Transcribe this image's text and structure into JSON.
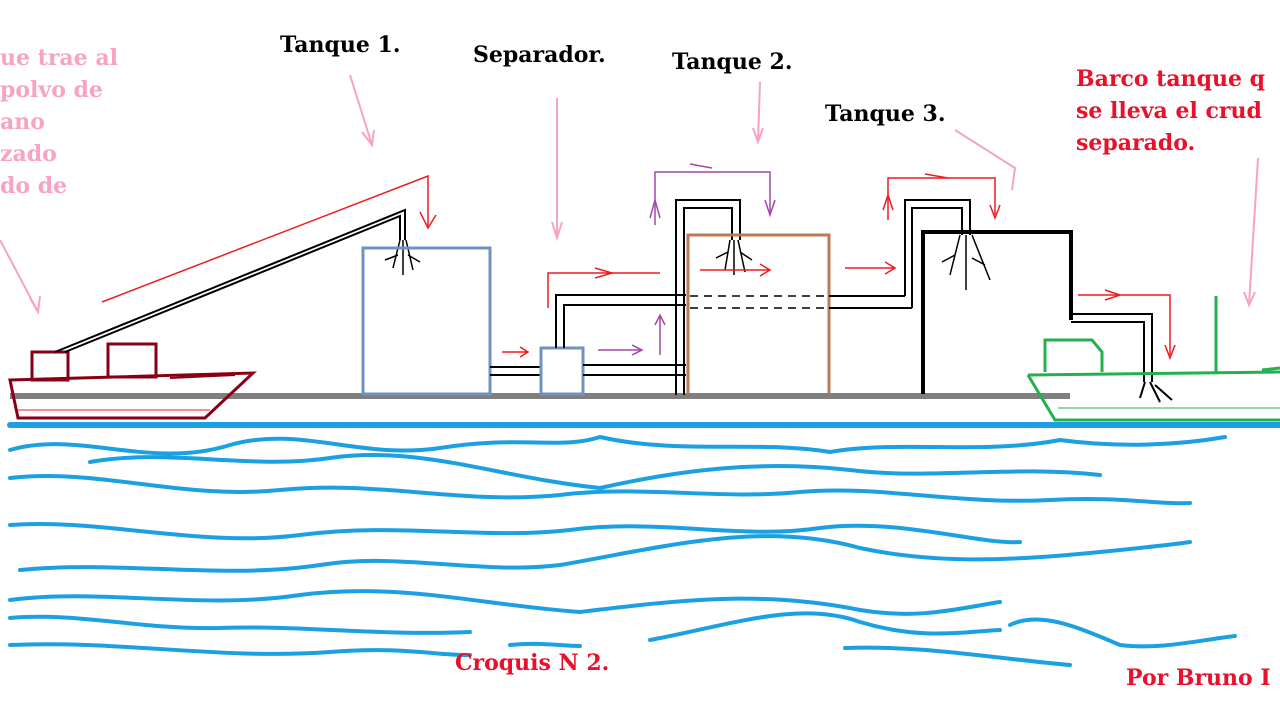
{
  "labels": {
    "tank1": "Tanque 1.",
    "separator": "Separador.",
    "tank2": "Tanque 2.",
    "tank3": "Tanque 3.",
    "tanker_lines": [
      "Barco tanque q",
      "se lleva el crud",
      "separado."
    ],
    "left_note_lines": [
      "ue trae al",
      "polvo de",
      "ano",
      "zado",
      "do de"
    ],
    "title": "Croquis N 2.",
    "author": "Por Bruno I"
  },
  "colors": {
    "water": "#1ba1e2",
    "dock": "#7f7f7f",
    "left_ship": "#880015",
    "tanker": "#22b14c",
    "tank1": "#7092be",
    "tank2": "#b97a57",
    "tank3": "#000000",
    "flow_arrows": "#ed1c24",
    "return_arrows": "#a349a4",
    "pointer_arrows": "#f7a3c4"
  }
}
